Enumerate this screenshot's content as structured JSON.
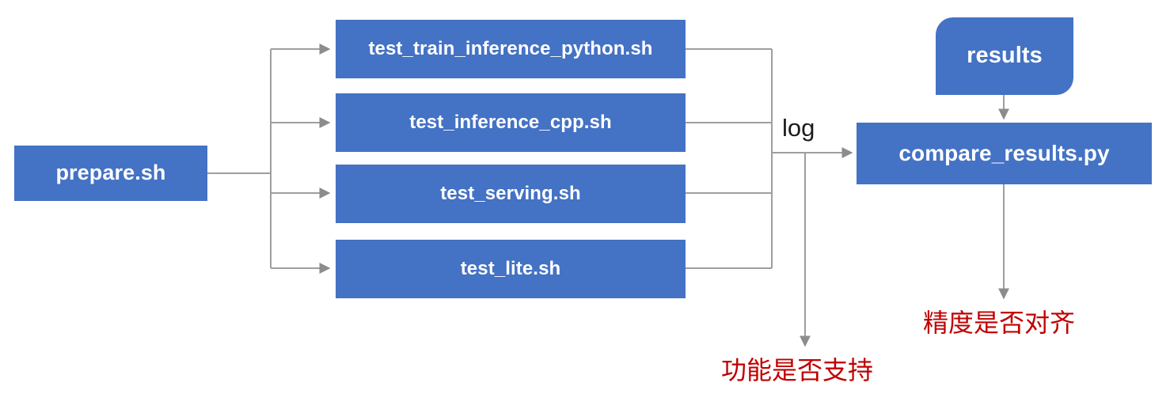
{
  "diagram": {
    "title": "PaddlePaddle TIPC test pipeline flowchart",
    "colors": {
      "node_fill": "#4472C4",
      "node_text": "#FFFFFF",
      "edge_stroke": "#9E9E9E",
      "note_text": "#C00000",
      "label_text": "#1A1A1A",
      "background": "#FFFFFF"
    },
    "nodes": {
      "prepare": {
        "label": "prepare.sh"
      },
      "tests": [
        {
          "label": "test_train_inference_python.sh"
        },
        {
          "label": "test_inference_cpp.sh"
        },
        {
          "label": "test_serving.sh"
        },
        {
          "label": "test_lite.sh"
        }
      ],
      "results": {
        "label": "results"
      },
      "compare": {
        "label": "compare_results.py"
      }
    },
    "edge_labels": {
      "log": "log"
    },
    "notes": {
      "function_support": "功能是否支持",
      "precision_aligned": "精度是否对齐"
    }
  }
}
